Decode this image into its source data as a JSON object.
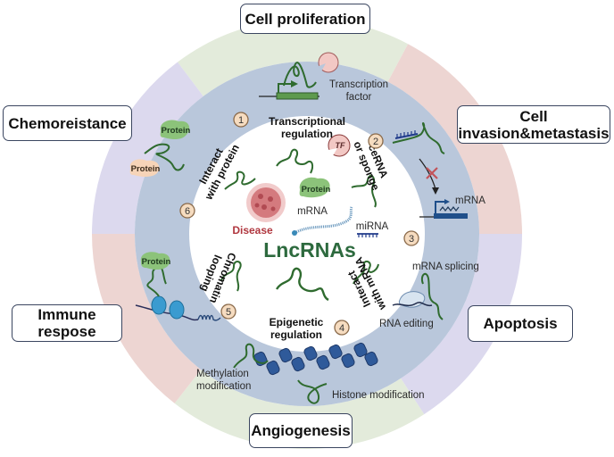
{
  "title": "LncRNAs",
  "center": {
    "title": "LncRNAs",
    "disease_label": "Disease",
    "mrna_label": "mRNA",
    "mirna_label": "miRNA",
    "protein_label": "Protein",
    "tf_label": "TF"
  },
  "colors": {
    "outer_lavender": "#dcd9ee",
    "outer_green": "#e3ebdb",
    "outer_pink": "#edd5d2",
    "middle_ring": "#b9c7db",
    "lncrna_green": "#2f6b2f",
    "title_green": "#2d6a3e",
    "disease_red": "#b0373f",
    "badge_fill": "#f6dcc0",
    "badge_stroke": "#8a6a4a"
  },
  "mechanisms": [
    {
      "number": "1",
      "label": "Transcriptional\nregulation"
    },
    {
      "number": "2",
      "label": "ceRNA\nor sponge"
    },
    {
      "number": "3",
      "label": "Interact\nwith mRNA"
    },
    {
      "number": "4",
      "label": "Epigenetic\nregulation"
    },
    {
      "number": "5",
      "label": "Chromatin\nlooping"
    },
    {
      "number": "6",
      "label": "Interact\nwith protein"
    }
  ],
  "ring_labels": {
    "transcription_factor": "Transcription\nfactor",
    "mrna": "mRNA",
    "mrna_splicing": "mRNA splicing",
    "rna_editing": "RNA editing",
    "histone_modification": "Histone modification",
    "methylation_modification": "Methylation\nmodification",
    "protein": "Protein"
  },
  "outcomes": [
    {
      "id": "cell-proliferation",
      "label": "Cell proliferation"
    },
    {
      "id": "cell-invasion-metastasis",
      "label": "Cell\ninvasion&metastasis"
    },
    {
      "id": "apoptosis",
      "label": "Apoptosis"
    },
    {
      "id": "angiogenesis",
      "label": "Angiogenesis"
    },
    {
      "id": "immune-response",
      "label": "Immune\nrespose"
    },
    {
      "id": "chemoresistance",
      "label": "Chemoreistance"
    }
  ]
}
